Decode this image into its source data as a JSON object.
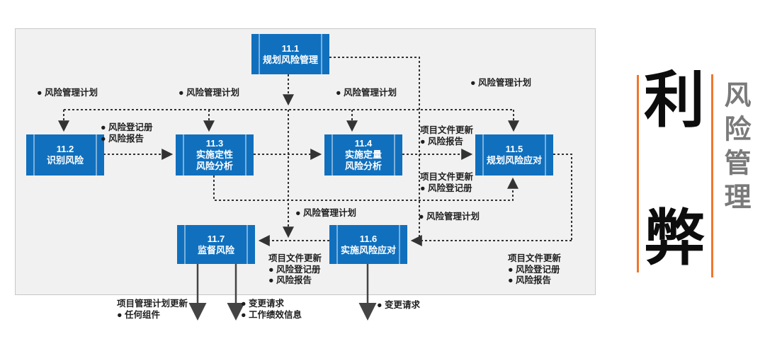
{
  "side_banner": {
    "pros_char": "利",
    "cons_char": "弊",
    "vertical_title": "风险管理",
    "accent_color": "#f0772c"
  },
  "colors": {
    "process_blue": "#1070be",
    "panel_bg": "#f1f1f1",
    "connector_gray": "#333333"
  },
  "processes": [
    {
      "code": "11.1",
      "line1": "规划风险管理",
      "line2": ""
    },
    {
      "code": "11.2",
      "line1": "识别风险",
      "line2": ""
    },
    {
      "code": "11.3",
      "line1": "实施定性",
      "line2": "风险分析"
    },
    {
      "code": "11.4",
      "line1": "实施定量",
      "line2": "风险分析"
    },
    {
      "code": "11.5",
      "line1": "规划风险应对",
      "line2": ""
    },
    {
      "code": "11.6",
      "line1": "实施风险应对",
      "line2": ""
    },
    {
      "code": "11.7",
      "line1": "监督风险",
      "line2": ""
    }
  ],
  "notes": {
    "plan_to_11_2": [
      "● 风险管理计划"
    ],
    "plan_to_11_3": [
      "● 风险管理计划"
    ],
    "plan_to_11_4": [
      "● 风险管理计划"
    ],
    "plan_to_11_5": [
      "● 风险管理计划"
    ],
    "out_11_2": [
      "● 风险登记册",
      "● 风险报告"
    ],
    "out_11_4": [
      "项目文件更新",
      "● 风险报告"
    ],
    "out_11_3": [
      "项目文件更新",
      "● 风险登记册"
    ],
    "plan_to_11_7": [
      "● 风险管理计划"
    ],
    "plan_to_11_6": [
      "● 风险管理计划"
    ],
    "out_11_6": [
      "项目文件更新",
      "● 风险登记册",
      "● 风险报告"
    ],
    "out_11_5": [
      "项目文件更新",
      "● 风险登记册",
      "● 风险报告"
    ],
    "out_11_7_pmplan": [
      "项目管理计划更新",
      "● 任何组件"
    ],
    "out_11_7_cr": [
      "● 变更请求",
      "● 工作绩效信息"
    ],
    "out_11_6_cr": [
      "● 变更请求"
    ]
  }
}
